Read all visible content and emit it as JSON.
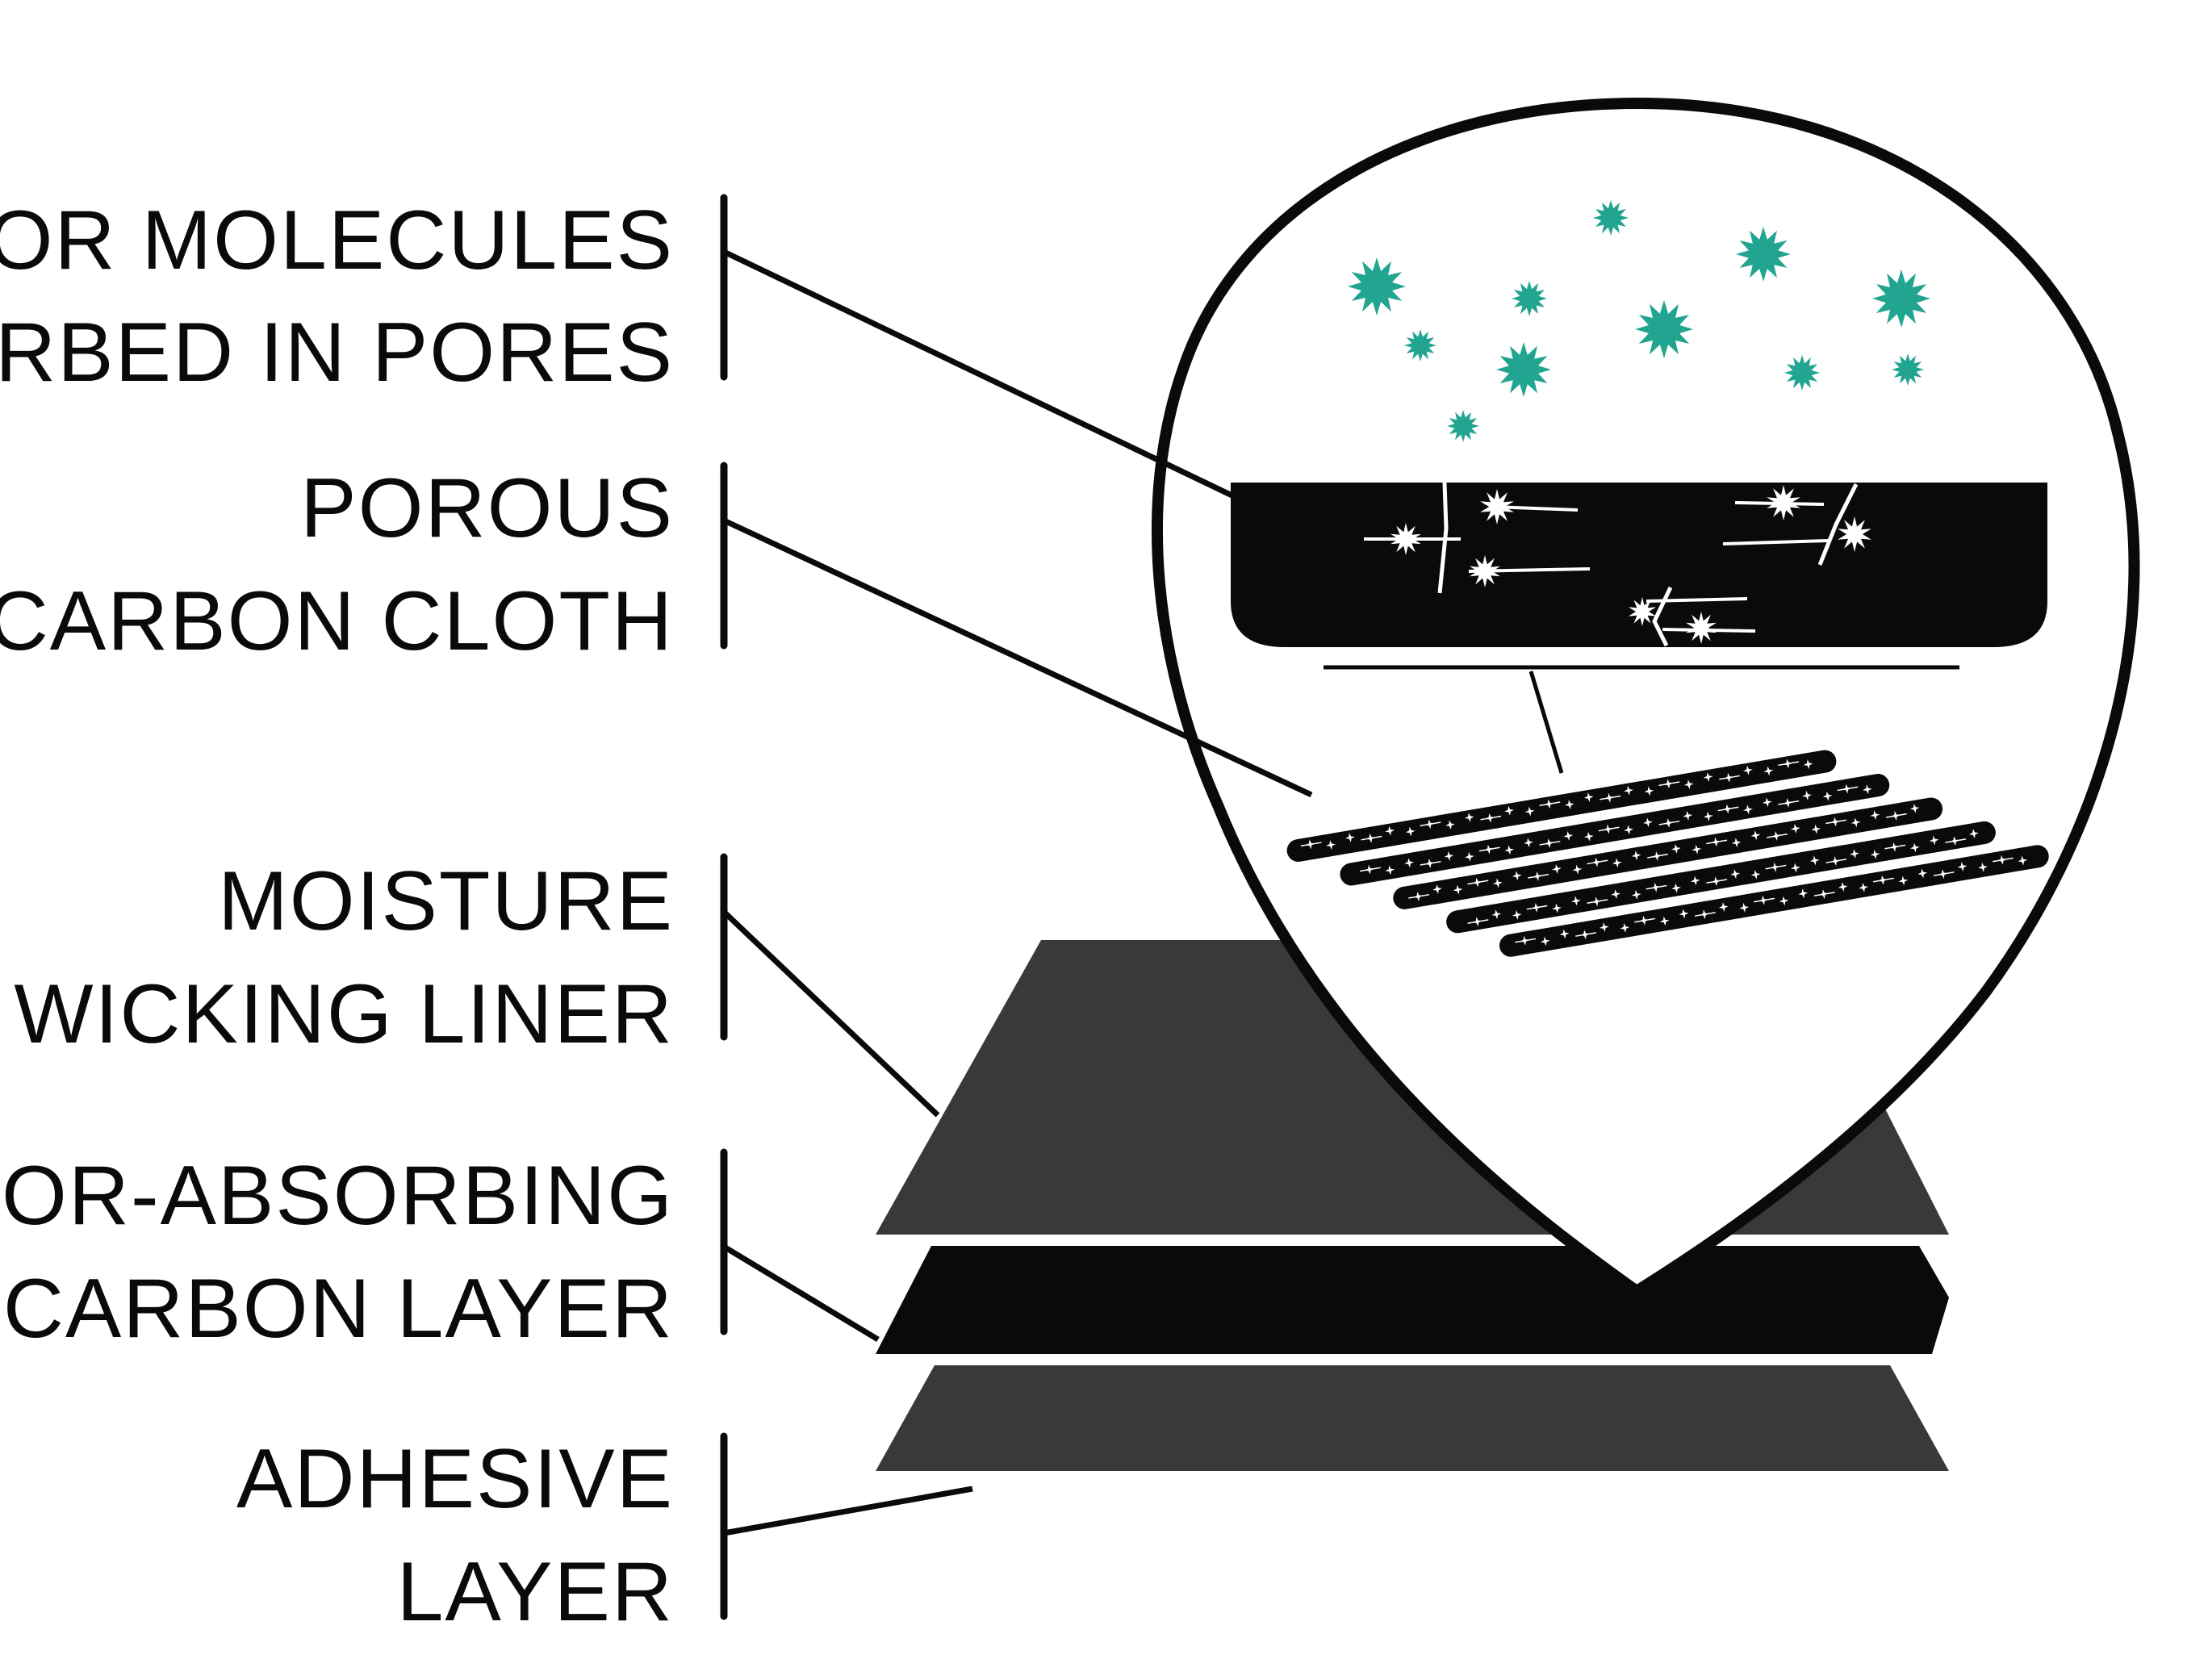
{
  "colors": {
    "ink": "#0a0a08",
    "layer_gray": "#3a3937",
    "molecule": "#22a590",
    "background": "#ffffff",
    "sparkle": "#ffffff"
  },
  "labels": {
    "odor_molecules": {
      "line1": "ODOR MOLECULES",
      "line2": "ADSORBED IN PORES"
    },
    "porous_cloth": {
      "line1": "POROUS",
      "line2": "CARBON CLOTH"
    },
    "moisture_liner": {
      "line1": "MOISTURE",
      "line2": "WICKING LINER"
    },
    "carbon_layer": {
      "line1": "ODOR-ABSORBING",
      "line2": "CARBON LAYER"
    },
    "adhesive_layer": {
      "line1": "ADHESIVE",
      "line2": "LAYER"
    }
  },
  "icons": {
    "odor_molecule": "teal-starburst-icon",
    "pore_sparkle": "white-sparkle-icon"
  },
  "structure": {
    "layers_top_to_bottom": [
      "moisture_liner",
      "carbon_layer",
      "adhesive_layer"
    ],
    "magnified": [
      "odor_molecules",
      "porous_cloth"
    ],
    "cloth_strands": 5
  }
}
